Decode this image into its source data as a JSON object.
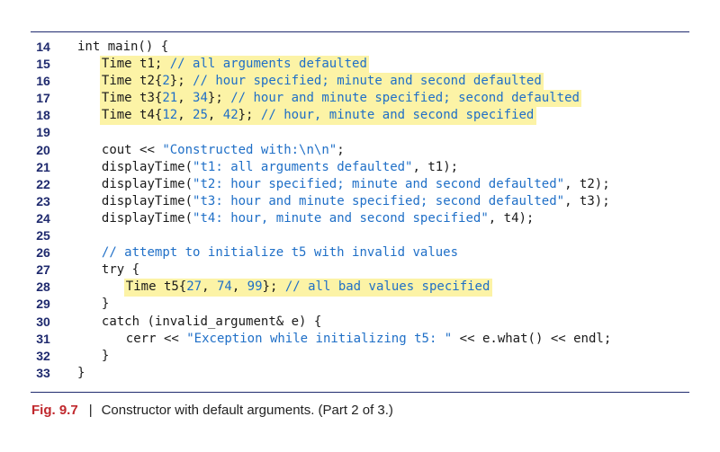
{
  "listing": {
    "lines": [
      {
        "num": "14",
        "indent": 0,
        "hl": false,
        "tokens": [
          {
            "t": "plain",
            "s": "int main() {"
          }
        ]
      },
      {
        "num": "15",
        "indent": 1,
        "hl": true,
        "tokens": [
          {
            "t": "plain",
            "s": "Time t1; "
          },
          {
            "t": "com",
            "s": "// all arguments defaulted"
          }
        ]
      },
      {
        "num": "16",
        "indent": 1,
        "hl": true,
        "tokens": [
          {
            "t": "plain",
            "s": "Time t2{"
          },
          {
            "t": "num",
            "s": "2"
          },
          {
            "t": "plain",
            "s": "}; "
          },
          {
            "t": "com",
            "s": "// hour specified; minute and second defaulted"
          }
        ]
      },
      {
        "num": "17",
        "indent": 1,
        "hl": true,
        "tokens": [
          {
            "t": "plain",
            "s": "Time t3{"
          },
          {
            "t": "num",
            "s": "21"
          },
          {
            "t": "plain",
            "s": ", "
          },
          {
            "t": "num",
            "s": "34"
          },
          {
            "t": "plain",
            "s": "}; "
          },
          {
            "t": "com",
            "s": "// hour and minute specified; second defaulted"
          }
        ]
      },
      {
        "num": "18",
        "indent": 1,
        "hl": true,
        "tokens": [
          {
            "t": "plain",
            "s": "Time t4{"
          },
          {
            "t": "num",
            "s": "12"
          },
          {
            "t": "plain",
            "s": ", "
          },
          {
            "t": "num",
            "s": "25"
          },
          {
            "t": "plain",
            "s": ", "
          },
          {
            "t": "num",
            "s": "42"
          },
          {
            "t": "plain",
            "s": "}; "
          },
          {
            "t": "com",
            "s": "// hour, minute and second specified"
          }
        ]
      },
      {
        "num": "19",
        "indent": 0,
        "hl": false,
        "tokens": []
      },
      {
        "num": "20",
        "indent": 1,
        "hl": false,
        "tokens": [
          {
            "t": "plain",
            "s": "cout << "
          },
          {
            "t": "str",
            "s": "\"Constructed with:\\n\\n\""
          },
          {
            "t": "plain",
            "s": ";"
          }
        ]
      },
      {
        "num": "21",
        "indent": 1,
        "hl": false,
        "tokens": [
          {
            "t": "plain",
            "s": "displayTime("
          },
          {
            "t": "str",
            "s": "\"t1: all arguments defaulted\""
          },
          {
            "t": "plain",
            "s": ", t1);"
          }
        ]
      },
      {
        "num": "22",
        "indent": 1,
        "hl": false,
        "tokens": [
          {
            "t": "plain",
            "s": "displayTime("
          },
          {
            "t": "str",
            "s": "\"t2: hour specified; minute and second defaulted\""
          },
          {
            "t": "plain",
            "s": ", t2);"
          }
        ]
      },
      {
        "num": "23",
        "indent": 1,
        "hl": false,
        "tokens": [
          {
            "t": "plain",
            "s": "displayTime("
          },
          {
            "t": "str",
            "s": "\"t3: hour and minute specified; second defaulted\""
          },
          {
            "t": "plain",
            "s": ", t3);"
          }
        ]
      },
      {
        "num": "24",
        "indent": 1,
        "hl": false,
        "tokens": [
          {
            "t": "plain",
            "s": "displayTime("
          },
          {
            "t": "str",
            "s": "\"t4: hour, minute and second specified\""
          },
          {
            "t": "plain",
            "s": ", t4);"
          }
        ]
      },
      {
        "num": "25",
        "indent": 0,
        "hl": false,
        "tokens": []
      },
      {
        "num": "26",
        "indent": 1,
        "hl": false,
        "tokens": [
          {
            "t": "com",
            "s": "// attempt to initialize t5 with invalid values"
          }
        ]
      },
      {
        "num": "27",
        "indent": 1,
        "hl": false,
        "tokens": [
          {
            "t": "plain",
            "s": "try {"
          }
        ]
      },
      {
        "num": "28",
        "indent": 2,
        "hl": true,
        "tokens": [
          {
            "t": "plain",
            "s": "Time t5{"
          },
          {
            "t": "num",
            "s": "27"
          },
          {
            "t": "plain",
            "s": ", "
          },
          {
            "t": "num",
            "s": "74"
          },
          {
            "t": "plain",
            "s": ", "
          },
          {
            "t": "num",
            "s": "99"
          },
          {
            "t": "plain",
            "s": "}; "
          },
          {
            "t": "com",
            "s": "// all bad values specified"
          }
        ]
      },
      {
        "num": "29",
        "indent": 1,
        "hl": false,
        "tokens": [
          {
            "t": "plain",
            "s": "}"
          }
        ]
      },
      {
        "num": "30",
        "indent": 1,
        "hl": false,
        "tokens": [
          {
            "t": "plain",
            "s": "catch (invalid_argument& e) {"
          }
        ]
      },
      {
        "num": "31",
        "indent": 2,
        "hl": false,
        "tokens": [
          {
            "t": "plain",
            "s": "cerr << "
          },
          {
            "t": "str",
            "s": "\"Exception while initializing t5: \""
          },
          {
            "t": "plain",
            "s": " << e.what() << endl;"
          }
        ]
      },
      {
        "num": "32",
        "indent": 1,
        "hl": false,
        "tokens": [
          {
            "t": "plain",
            "s": "}"
          }
        ]
      },
      {
        "num": "33",
        "indent": 0,
        "hl": false,
        "tokens": [
          {
            "t": "plain",
            "s": "}"
          }
        ]
      }
    ]
  },
  "caption": {
    "label": "Fig. 9.7",
    "separator": "|",
    "text": "Constructor with default arguments. (Part 2 of 3.)"
  },
  "colors": {
    "line_numbers": "#1f2a6e",
    "rules": "#1f2a6e",
    "highlight": "#fcf3a6",
    "literals_and_comments": "#1f6fc7",
    "figure_label": "#c0282d"
  }
}
